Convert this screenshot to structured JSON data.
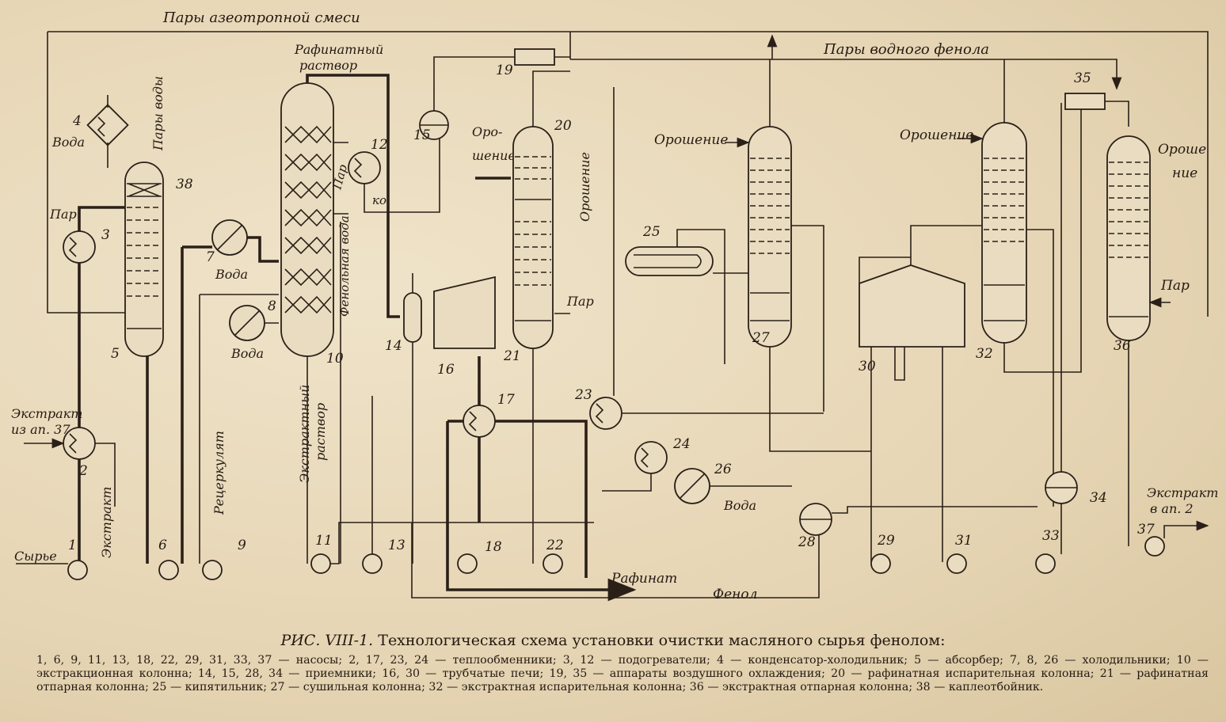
{
  "labels": {
    "azeotrope_vapors": "Пары азеотропной смеси",
    "water_phenol_vapors": "Пары водного фенола",
    "raffinate_solution_1": "Рафинатный",
    "raffinate_solution_2": "раствор",
    "water_vapors": "Пары воды",
    "water_4": "Вода",
    "steam_3": "Пар",
    "extract_from_1": "Экстракт",
    "extract_from_2": "из ап. 37",
    "feed": "Сырье",
    "extract_down": "Экстракт",
    "water_7": "Вода",
    "water_8": "Вода",
    "recirculate": "Рецеркулят",
    "extract_solution_1": "Экстрактный",
    "extract_solution_2": "раствор",
    "phenol_water": "Фенольная вода",
    "steam_12": "Пар",
    "ko": "ко",
    "reflux_15_1": "Оро-",
    "reflux_15_2": "шение",
    "reflux_20": "Орошение",
    "steam_21": "Пар",
    "reflux_27": "Орошение",
    "reflux_32": "Орошение",
    "reflux_36_1": "Ороше",
    "reflux_36_2": "ние",
    "steam_36": "Пар",
    "water_26": "Вода",
    "raffinate": "Рафинат",
    "phenol": "Фенол",
    "extract_to_1": "Экстракт",
    "extract_to_2": "в ап. 2"
  },
  "numbers": {
    "n1": "1",
    "n2": "2",
    "n3": "3",
    "n4": "4",
    "n5": "5",
    "n6": "6",
    "n7": "7",
    "n8": "8",
    "n9": "9",
    "n10": "10",
    "n11": "11",
    "n12": "12",
    "n13": "13",
    "n14": "14",
    "n15": "15",
    "n16": "16",
    "n17": "17",
    "n18": "18",
    "n19": "19",
    "n20": "20",
    "n21": "21",
    "n22": "22",
    "n23": "23",
    "n24": "24",
    "n25": "25",
    "n26": "26",
    "n27": "27",
    "n28": "28",
    "n29": "29",
    "n30": "30",
    "n31": "31",
    "n32": "32",
    "n33": "33",
    "n34": "34",
    "n35": "35",
    "n36": "36",
    "n37": "37",
    "n38": "38"
  },
  "caption": {
    "fig": "РИС. VIII-1.",
    "title": "Технологическая схема установки очистки масляного сырья фенолом:",
    "legend": "1, 6, 9, 11, 13, 18, 22, 29, 31, 33, 37 — насосы; 2, 17, 23, 24 — теплообменники; 3, 12 — подогреватели; 4 — конденсатор-холодильник; 5 — абсорбер; 7, 8, 26 — холодильники; 10 — экстракционная колонна; 14, 15, 28, 34 — приемники; 16, 30 — трубчатые печи; 19, 35 — аппараты воздушного охлаждения; 20 — рафинатная испарительная колонна; 21 — рафинатная отпарная колонна; 25 — кипятильник; 27 — сушильная колонна; 32 — экстрактная испарительная колонна; 36 — экстрактная отпарная колонна; 38 — каплеотбойник."
  }
}
